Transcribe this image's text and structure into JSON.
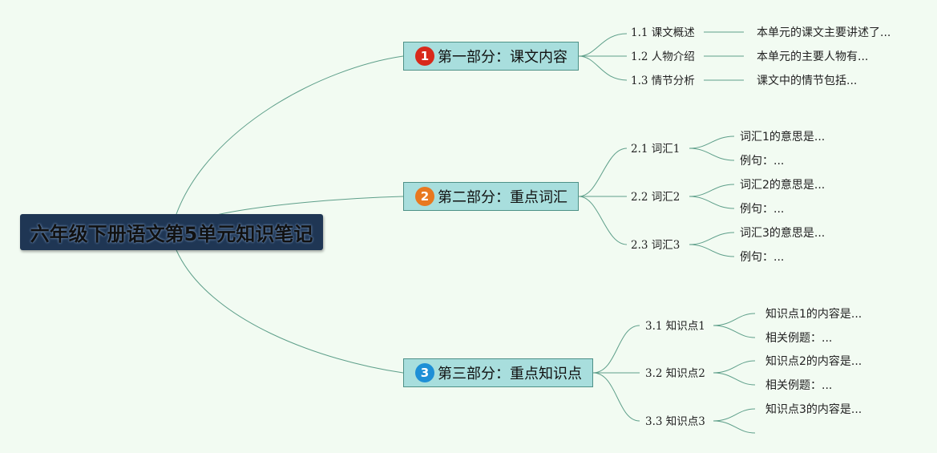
{
  "root": {
    "title": "六年级下册语文第5单元知识笔记"
  },
  "colors": {
    "s1_badge": "#d8291b",
    "s2_badge": "#e87820",
    "s3_badge": "#1e8fd6",
    "line": "#5e9f8a"
  },
  "sections": [
    {
      "badge": "1",
      "title": "第一部分：课文内容",
      "items": [
        {
          "label": "1.1 课文概述",
          "detail": "本单元的课文主要讲述了..."
        },
        {
          "label": "1.2 人物介绍",
          "detail": "本单元的主要人物有..."
        },
        {
          "label": "1.3 情节分析",
          "detail": "课文中的情节包括..."
        }
      ]
    },
    {
      "badge": "2",
      "title": "第二部分：重点词汇",
      "items": [
        {
          "label": "2.1 词汇1",
          "children": [
            "词汇1的意思是...",
            "例句：..."
          ]
        },
        {
          "label": "2.2 词汇2",
          "children": [
            "词汇2的意思是...",
            "例句：..."
          ]
        },
        {
          "label": "2.3 词汇3",
          "children": [
            "词汇3的意思是...",
            "例句：..."
          ]
        }
      ]
    },
    {
      "badge": "3",
      "title": "第三部分：重点知识点",
      "items": [
        {
          "label": "3.1 知识点1",
          "children": [
            "知识点1的内容是...",
            "相关例题：..."
          ]
        },
        {
          "label": "3.2 知识点2",
          "children": [
            "知识点2的内容是...",
            "相关例题：..."
          ]
        },
        {
          "label": "3.3 知识点3",
          "children": [
            "知识点3的内容是..."
          ]
        }
      ]
    }
  ]
}
